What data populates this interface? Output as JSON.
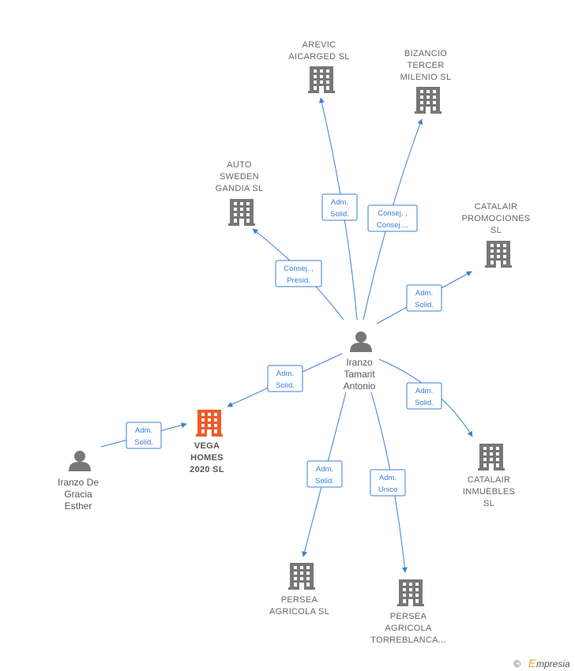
{
  "colors": {
    "edge": "#3a7fd5",
    "company": "#777777",
    "company_main": "#f05a28",
    "person": "#777777",
    "brand_accent": "#f39c12"
  },
  "companies": [
    {
      "id": "arevic",
      "lines": [
        "AREVIC",
        "AICARGED SL"
      ],
      "icon": "building-icon",
      "main": false
    },
    {
      "id": "bizancio",
      "lines": [
        "BIZANCIO",
        "TERCER",
        "MILENIO  SL"
      ],
      "icon": "building-icon",
      "main": false
    },
    {
      "id": "auto-sweden",
      "lines": [
        "AUTO",
        "SWEDEN",
        "GANDIA SL"
      ],
      "icon": "building-icon",
      "main": false
    },
    {
      "id": "catalair-promociones",
      "lines": [
        "CATALAIR",
        "PROMOCIONES",
        "SL"
      ],
      "icon": "building-icon",
      "main": false
    },
    {
      "id": "vega-homes",
      "lines": [
        "VEGA",
        "HOMES",
        "2020  SL"
      ],
      "icon": "building-icon",
      "main": true
    },
    {
      "id": "catalair-inmuebles",
      "lines": [
        "CATALAIR",
        "INMUEBLES",
        "SL"
      ],
      "icon": "building-icon",
      "main": false
    },
    {
      "id": "persea-agricola",
      "lines": [
        "PERSEA",
        "AGRICOLA  SL"
      ],
      "icon": "building-icon",
      "main": false
    },
    {
      "id": "persea-torreblanca",
      "lines": [
        "PERSEA",
        "AGRICOLA",
        "TORREBLANCA..."
      ],
      "icon": "building-icon",
      "main": false
    }
  ],
  "persons": [
    {
      "id": "iranzo-tamarit",
      "lines": [
        "Iranzo",
        "Tamarit",
        "Antonio"
      ],
      "icon": "person-icon"
    },
    {
      "id": "iranzo-de-gracia",
      "lines": [
        "Iranzo De",
        "Gracia",
        "Esther"
      ],
      "icon": "person-icon"
    }
  ],
  "relations": [
    {
      "id": "rel-arevic",
      "lines": [
        "Adm.",
        "Solid."
      ]
    },
    {
      "id": "rel-bizancio",
      "lines": [
        "Consej. ,",
        "Consej...."
      ]
    },
    {
      "id": "rel-auto-sweden",
      "lines": [
        "Consej. ,",
        "Presid."
      ]
    },
    {
      "id": "rel-catalair-promociones",
      "lines": [
        "Adm.",
        "Solid."
      ]
    },
    {
      "id": "rel-vega-homes",
      "lines": [
        "Adm.",
        "Solid."
      ]
    },
    {
      "id": "rel-catalair-inmuebles",
      "lines": [
        "Adm.",
        "Solid."
      ]
    },
    {
      "id": "rel-persea-agricola",
      "lines": [
        "Adm.",
        "Solid."
      ]
    },
    {
      "id": "rel-persea-torreblanca",
      "lines": [
        "Adm.",
        "Unico"
      ]
    },
    {
      "id": "rel-esther-vega",
      "lines": [
        "Adm.",
        "Solid."
      ]
    }
  ],
  "brand": {
    "copyright": "©",
    "initial": "E",
    "rest": "mpresia"
  }
}
